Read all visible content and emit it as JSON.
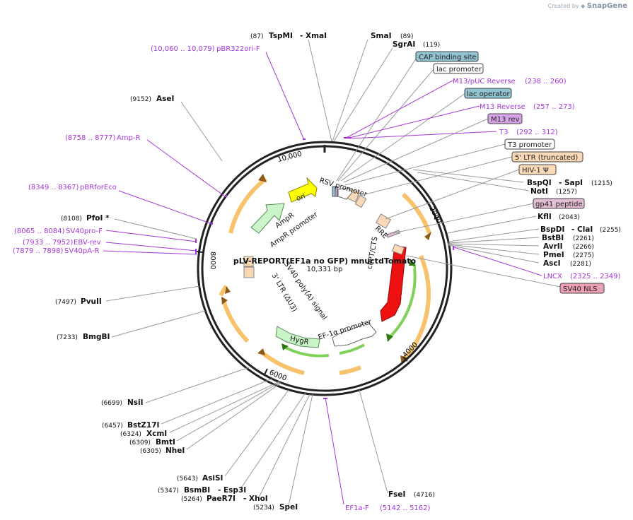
{
  "brand": {
    "prefix": "Created by",
    "name": "SnapGene"
  },
  "plasmid": {
    "name": "pLV-REPORT(EF1a no GFP) mnuctdTomato",
    "length": "10,331 bp"
  },
  "ticks": [
    "10,000",
    "2000",
    "4000",
    "6000",
    "8000"
  ],
  "enzymes": [
    {
      "pos": "(87)",
      "name": "TspMI",
      "sep": "-",
      "name2": "XmaI"
    },
    {
      "name": "SmaI",
      "pos": "(89)"
    },
    {
      "name": "SgrAI",
      "pos": "(119)"
    },
    {
      "pos": "(9152)",
      "name": "AseI"
    },
    {
      "pos": "(8108)",
      "name": "PfoI *"
    },
    {
      "pos": "(7497)",
      "name": "PvuII"
    },
    {
      "pos": "(7233)",
      "name": "BmgBI"
    },
    {
      "pos": "(6699)",
      "name": "NsiI"
    },
    {
      "pos": "(6457)",
      "name": "BstZ17I"
    },
    {
      "pos": "(6324)",
      "name": "XcmI"
    },
    {
      "pos": "(6309)",
      "name": "BmtI"
    },
    {
      "pos": "(6305)",
      "name": "NheI"
    },
    {
      "pos": "(5643)",
      "name": "AsiSI"
    },
    {
      "pos": "(5347)",
      "name": "BsmBI",
      "sep": "-",
      "name2": "Esp3I"
    },
    {
      "pos": "(5264)",
      "name": "PaeR7I",
      "sep": "-",
      "name2": "XhoI"
    },
    {
      "pos": "(5234)",
      "name": "SpeI"
    },
    {
      "name": "FseI",
      "pos": "(4716)"
    },
    {
      "name": "BspQI",
      "sep": "-",
      "name2": "SapI",
      "pos": "(1215)"
    },
    {
      "name": "NotI",
      "pos": "(1257)"
    },
    {
      "name": "KflI",
      "pos": "(2043)"
    },
    {
      "name": "BspDI",
      "sep": "-",
      "name2": "ClaI",
      "pos": "(2255)"
    },
    {
      "name": "BstBI",
      "pos": "(2261)"
    },
    {
      "name": "AvrII",
      "pos": "(2266)"
    },
    {
      "name": "PmeI",
      "pos": "(2275)"
    },
    {
      "name": "AscI",
      "pos": "(2281)"
    }
  ],
  "primers": [
    {
      "range": "(10,060 .. 10,079)",
      "name": "pBR322ori-F"
    },
    {
      "range": "(8758 .. 8777)",
      "name": "Amp-R"
    },
    {
      "range": "(8349 .. 8367)",
      "name": "pBRforEco"
    },
    {
      "range": "(8065 .. 8084)",
      "name": "SV40pro-F"
    },
    {
      "range": "(7933 .. 7952)",
      "name": "EBV-rev"
    },
    {
      "range": "(7879 .. 7898)",
      "name": "SV40pA-R"
    },
    {
      "name": "M13/pUC Reverse",
      "range": "(238 .. 260)"
    },
    {
      "name": "M13 Reverse",
      "range": "(257 .. 273)"
    },
    {
      "name": "T3",
      "range": "(292 .. 312)"
    },
    {
      "name": "LNCX",
      "range": "(2325 .. 2349)"
    },
    {
      "name": "EF1a-F",
      "range": "(5142 .. 5162)"
    }
  ],
  "feature_boxes": [
    {
      "label": "CAP binding site",
      "fill": "#8fc3d0"
    },
    {
      "label": "lac promoter",
      "fill": "#ffffff"
    },
    {
      "label": "lac operator",
      "fill": "#8fc3d0"
    },
    {
      "label": "M13 rev",
      "fill": "#d7a3e6"
    },
    {
      "label": "T3 promoter",
      "fill": "#ffffff"
    },
    {
      "label": "5' LTR (truncated)",
      "fill": "#fcd9b6"
    },
    {
      "label": "HIV-1 Ψ",
      "fill": "#fcd9b6"
    },
    {
      "label": "gp41 peptide",
      "fill": "#e2bcd2"
    },
    {
      "label": "SV40 NLS",
      "fill": "#ea9fb4"
    }
  ],
  "inner_labels": {
    "rsv": "RSV promoter",
    "rre": "RRE",
    "cppt": "cPPT/CTS",
    "tdtomato": "tdTomato",
    "ef1a": "EF-1α promoter",
    "hygr": "HygR",
    "sv40pa": "SV40 poly(A) signal",
    "ltr3": "3' LTR (ΔU3)",
    "ampr_promoter": "AmpR promoter",
    "ampr": "AmpR",
    "ori": "ori"
  },
  "colors": {
    "backbone": "#222222",
    "enzyme_line": "#9a9a9a",
    "primer": "#a436d8",
    "orange_arc": "#f7c26b",
    "green_arc": "#7fd15a",
    "tdtomato": "#ee1111",
    "ori": "#ffff00",
    "ampr": "#c9f5c9"
  }
}
